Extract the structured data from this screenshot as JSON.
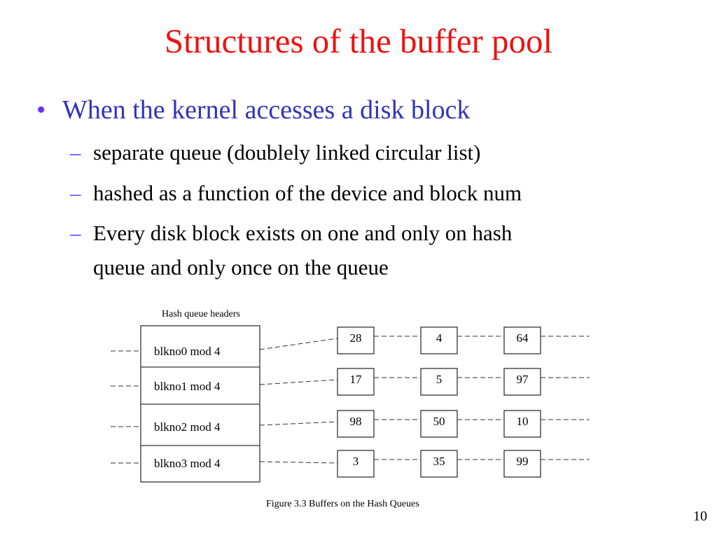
{
  "slide": {
    "title": "Structures of the buffer pool",
    "bullet": "When the kernel accesses a  disk block",
    "bullet_marker": "•",
    "sub_marker": "–",
    "sub_bullets": [
      {
        "line1": "separate queue (doublely linked circular list)"
      },
      {
        "line1": "hashed as a function of the device and  block num"
      },
      {
        "line1": "Every disk block exists on one and only on hash",
        "line2": "queue and only once on the queue"
      }
    ],
    "page_number": "10",
    "colors": {
      "title": "#ee1111",
      "bullet": "#3333bb",
      "marker": "#6633ff"
    }
  },
  "figure": {
    "header_label": "Hash queue headers",
    "caption": "Figure 3.3 Buffers on the Hash Queues",
    "queues": [
      {
        "header": "blkno0 mod 4",
        "buffers": [
          "28",
          "4",
          "64"
        ]
      },
      {
        "header": "blkno1 mod 4",
        "buffers": [
          "17",
          "5",
          "97"
        ]
      },
      {
        "header": "blkno2 mod 4",
        "buffers": [
          "98",
          "50",
          "10"
        ]
      },
      {
        "header": "blkno3 mod 4",
        "buffers": [
          "3",
          "35",
          "99"
        ]
      }
    ]
  }
}
